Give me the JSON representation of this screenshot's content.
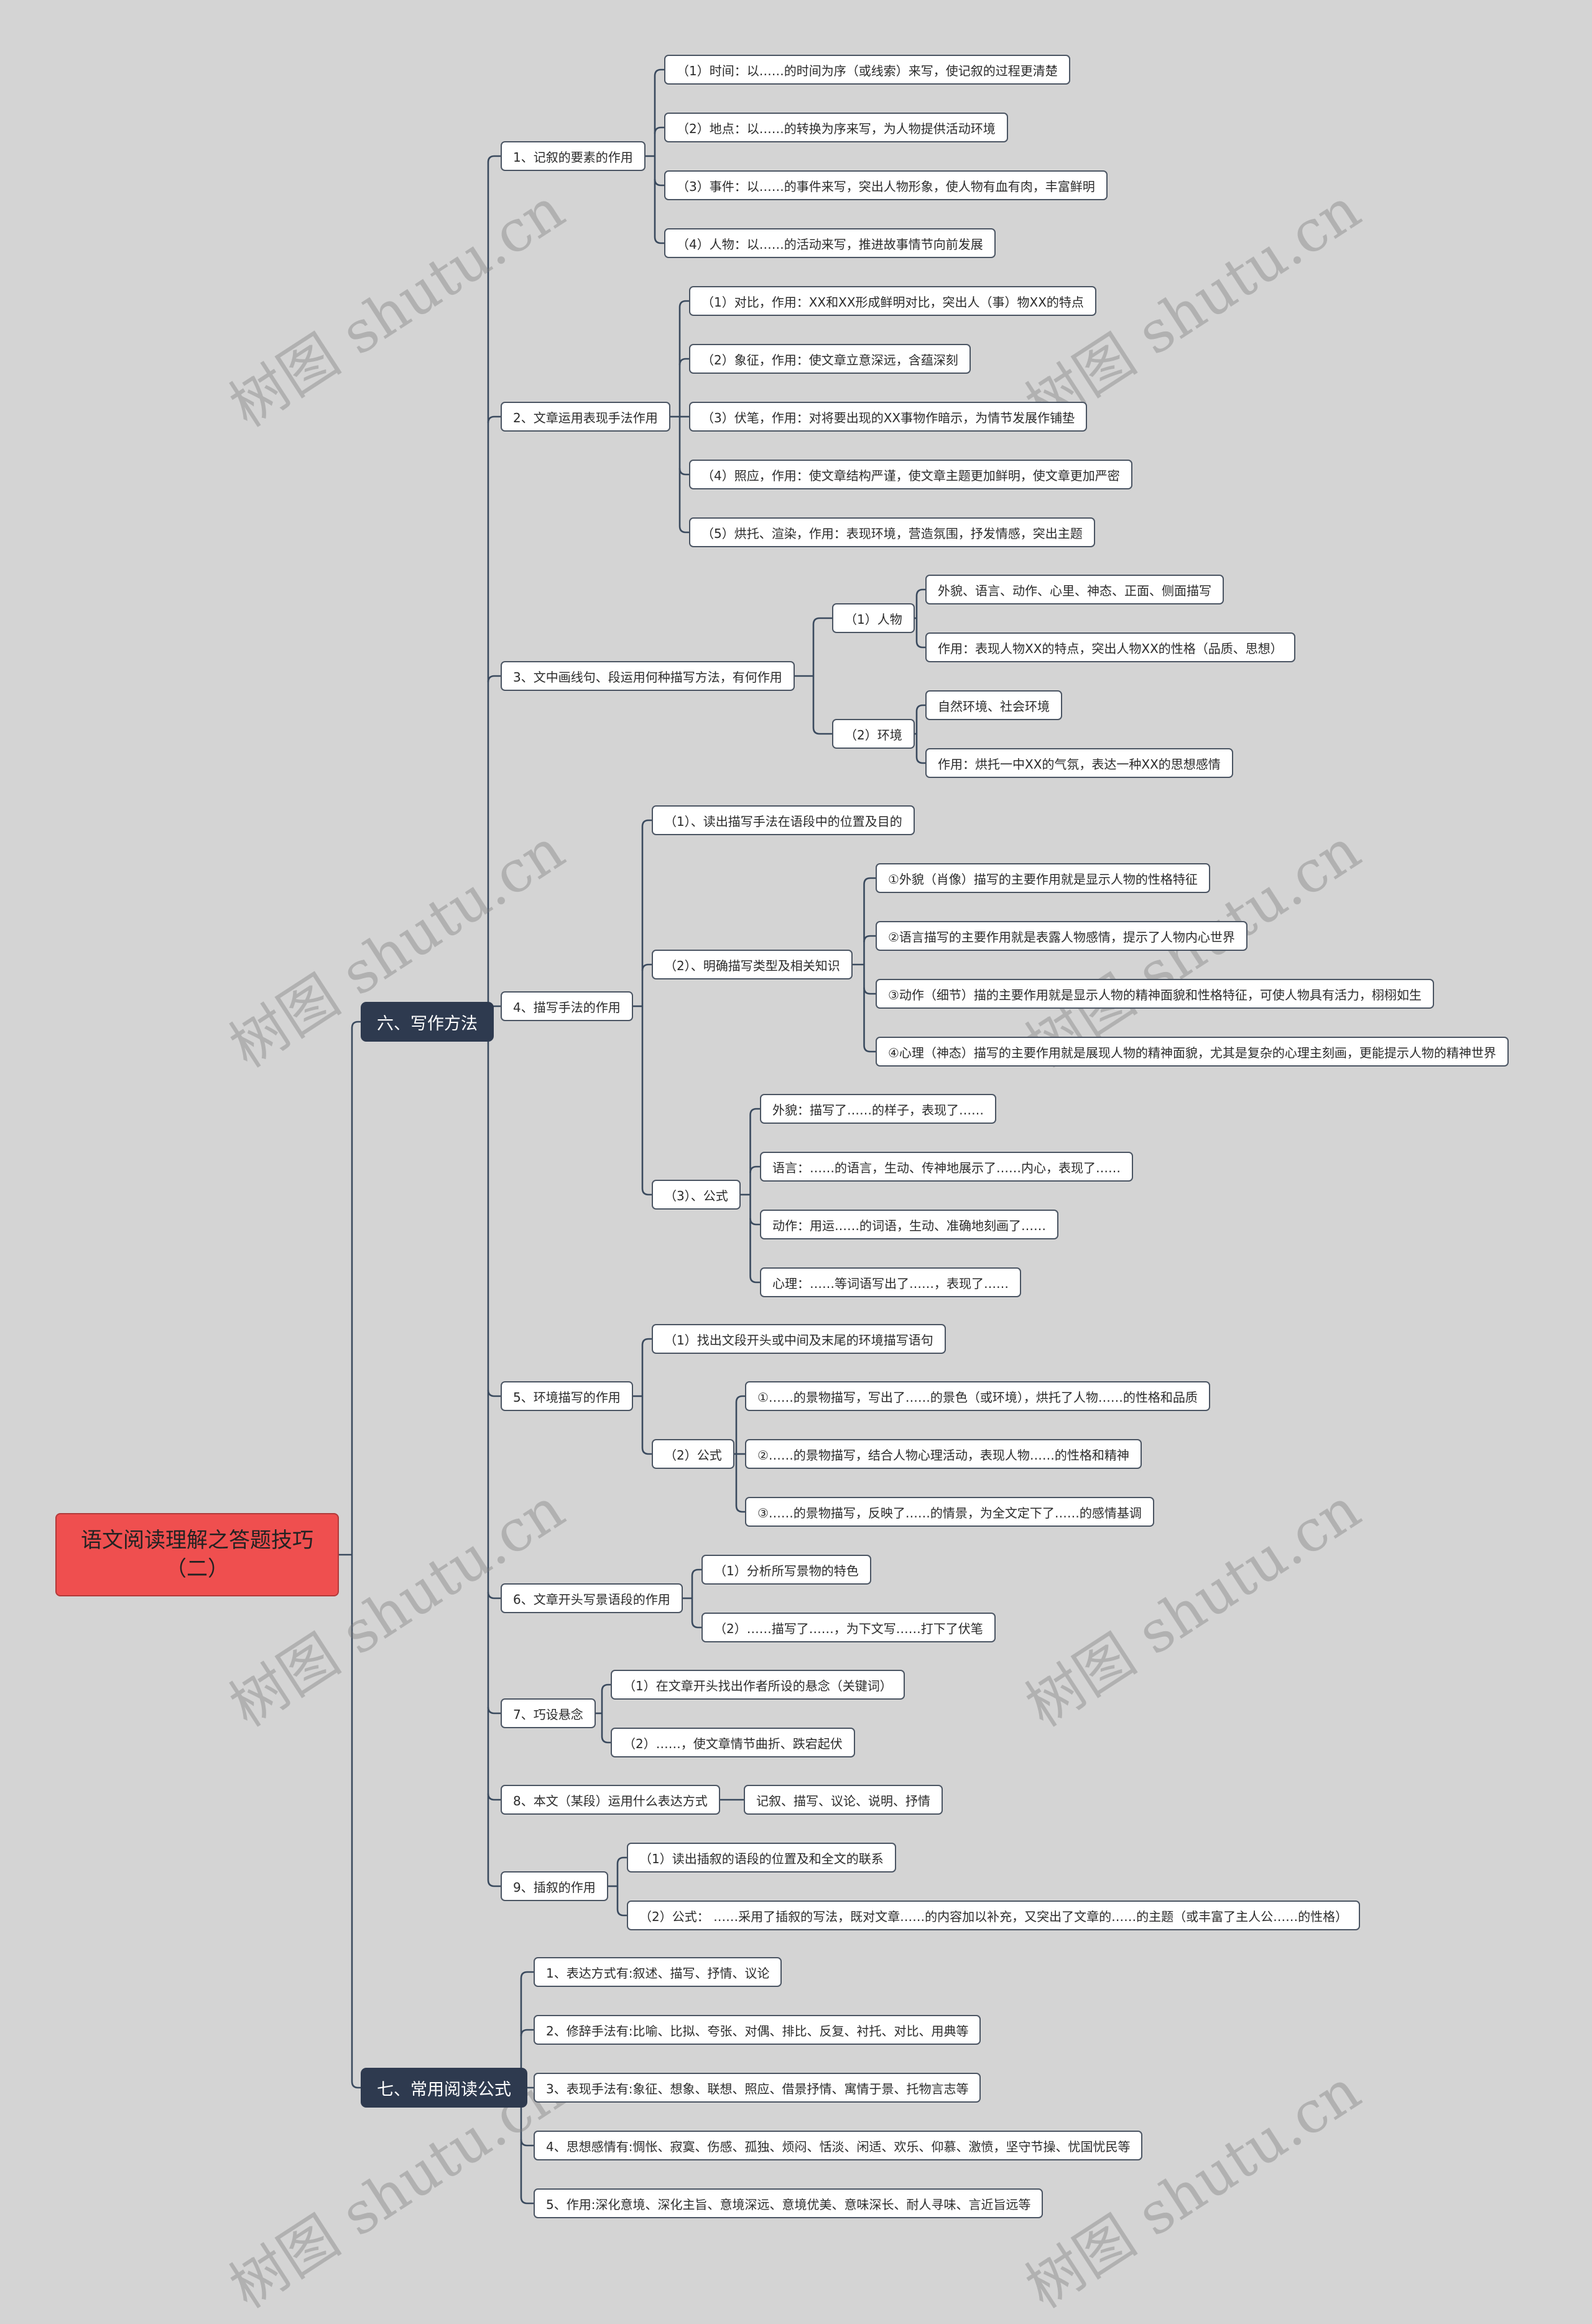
{
  "watermark": "树图 shutu.cn",
  "colors": {
    "background": "#d4d4d4",
    "root": "#ef4f4f",
    "branch": "#2e3a4f",
    "line": "#3a4a5e"
  },
  "root": {
    "text": "语文阅读理解之答题技巧（二）"
  },
  "branches": [
    {
      "text": "六、写作方法",
      "children": [
        {
          "text": "1、记叙的要素的作用",
          "children": [
            {
              "text": "（1）时间：以……的时间为序（或线索）来写，使记叙的过程更清楚"
            },
            {
              "text": "（2）地点：以……的转换为序来写，为人物提供活动环境"
            },
            {
              "text": "（3）事件：以……的事件来写，突出人物形象，使人物有血有肉，丰富鲜明"
            },
            {
              "text": "（4）人物：以……的活动来写，推进故事情节向前发展"
            }
          ]
        },
        {
          "text": "2、文章运用表现手法作用",
          "children": [
            {
              "text": "（1）对比，作用：XX和XX形成鲜明对比，突出人（事）物XX的特点"
            },
            {
              "text": "（2）象征，作用：使文章立意深远，含蕴深刻"
            },
            {
              "text": "（3）伏笔，作用：对将要出现的XX事物作暗示，为情节发展作铺垫"
            },
            {
              "text": "（4）照应，作用：使文章结构严谨，使文章主题更加鲜明，使文章更加严密"
            },
            {
              "text": "（5）烘托、渲染，作用：表现环境，营造氛围，抒发情感，突出主题"
            }
          ]
        },
        {
          "text": "3、文中画线句、段运用何种描写方法，有何作用",
          "children": [
            {
              "text": "（1）人物",
              "children": [
                {
                  "text": "外貌、语言、动作、心里、神态、正面、侧面描写"
                },
                {
                  "text": "作用：表现人物XX的特点，突出人物XX的性格（品质、思想）"
                }
              ]
            },
            {
              "text": "（2）环境",
              "children": [
                {
                  "text": "自然环境、社会环境"
                },
                {
                  "text": "作用：烘托一中XX的气氛，表达一种XX的思想感情"
                }
              ]
            }
          ]
        },
        {
          "text": "4、描写手法的作用",
          "children": [
            {
              "text": "（1）、读出描写手法在语段中的位置及目的"
            },
            {
              "text": "（2）、明确描写类型及相关知识",
              "children": [
                {
                  "text": "①外貌（肖像）描写的主要作用就是显示人物的性格特征"
                },
                {
                  "text": "②语言描写的主要作用就是表露人物感情，提示了人物内心世界"
                },
                {
                  "text": "③动作（细节）描的主要作用就是显示人物的精神面貌和性格特征，可使人物具有活力，栩栩如生"
                },
                {
                  "text": "④心理（神态）描写的主要作用就是展现人物的精神面貌，尤其是复杂的心理主刻画，更能提示人物的精神世界"
                }
              ]
            },
            {
              "text": "（3）、公式",
              "children": [
                {
                  "text": "外貌：描写了……的样子，表现了……"
                },
                {
                  "text": "语言：……的语言，生动、传神地展示了……内心，表现了……"
                },
                {
                  "text": "动作：用运……的词语，生动、准确地刻画了……"
                },
                {
                  "text": "心理：……等词语写出了……，表现了……"
                }
              ]
            }
          ]
        },
        {
          "text": "5、环境描写的作用",
          "children": [
            {
              "text": "（1）找出文段开头或中间及末尾的环境描写语句"
            },
            {
              "text": "（2）公式",
              "children": [
                {
                  "text": "①……的景物描写，写出了……的景色（或环境），烘托了人物……的性格和品质"
                },
                {
                  "text": "②……的景物描写，结合人物心理活动，表现人物……的性格和精神"
                },
                {
                  "text": "③……的景物描写，反映了……的情景，为全文定下了……的感情基调"
                }
              ]
            }
          ]
        },
        {
          "text": "6、文章开头写景语段的作用",
          "children": [
            {
              "text": "（1）分析所写景物的特色"
            },
            {
              "text": "（2）……描写了……，为下文写……打下了伏笔"
            }
          ]
        },
        {
          "text": "7、巧设悬念",
          "children": [
            {
              "text": "（1）在文章开头找出作者所设的悬念（关键词）"
            },
            {
              "text": "（2）……，使文章情节曲折、跌宕起伏"
            }
          ]
        },
        {
          "text": "8、本文（某段）运用什么表达方式",
          "children": [
            {
              "text": "记叙、描写、议论、说明、抒情"
            }
          ]
        },
        {
          "text": "9、插叙的作用",
          "children": [
            {
              "text": "（1）读出插叙的语段的位置及和全文的联系"
            },
            {
              "text": "（2）公式： ……采用了插叙的写法，既对文章……的内容加以补充，又突出了文章的……的主题（或丰富了主人公……的性格）"
            }
          ]
        }
      ]
    },
    {
      "text": "七、常用阅读公式",
      "children": [
        {
          "text": "1、表达方式有:叙述、描写、抒情、议论"
        },
        {
          "text": "2、修辞手法有:比喻、比拟、夸张、对偶、排比、反复、衬托、对比、用典等"
        },
        {
          "text": "3、表现手法有:象征、想象、联想、照应、借景抒情、寓情于景、托物言志等"
        },
        {
          "text": "4、思想感情有:惆怅、寂寞、伤感、孤独、烦闷、恬淡、闲适、欢乐、仰慕、激愤，坚守节操、忧国忧民等"
        },
        {
          "text": "5、作用:深化意境、深化主旨、意境深远、意境优美、意味深长、耐人寻味、言近旨远等"
        }
      ]
    }
  ]
}
